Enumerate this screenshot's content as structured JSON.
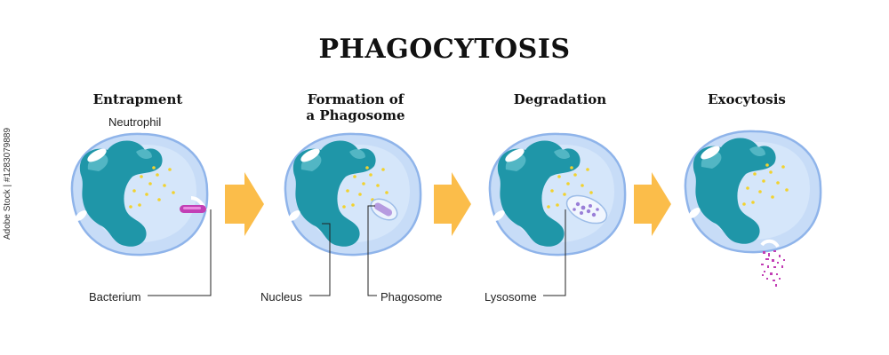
{
  "title": "PHAGOCYTOSIS",
  "stages": [
    {
      "title": "Entrapment",
      "label": "Neutrophil"
    },
    {
      "title_line1": "Formation of",
      "title_line2": "a Phagosome"
    },
    {
      "title": "Degradation"
    },
    {
      "title": "Exocytosis"
    }
  ],
  "labels": {
    "bacterium": "Bacterium",
    "nucleus": "Nucleus",
    "phagosome": "Phagosome",
    "lysosome": "Lysosome"
  },
  "watermark": "Adobe Stock | #1283079889",
  "colors": {
    "cell_fill": "#c7dcf7",
    "cell_outline": "#8fb4ea",
    "nucleus": "#1f96a8",
    "granule": "#f2d22e",
    "arrow": "#fbbd4a",
    "bacterium": "#c23fb5",
    "leader_line": "#222222"
  }
}
